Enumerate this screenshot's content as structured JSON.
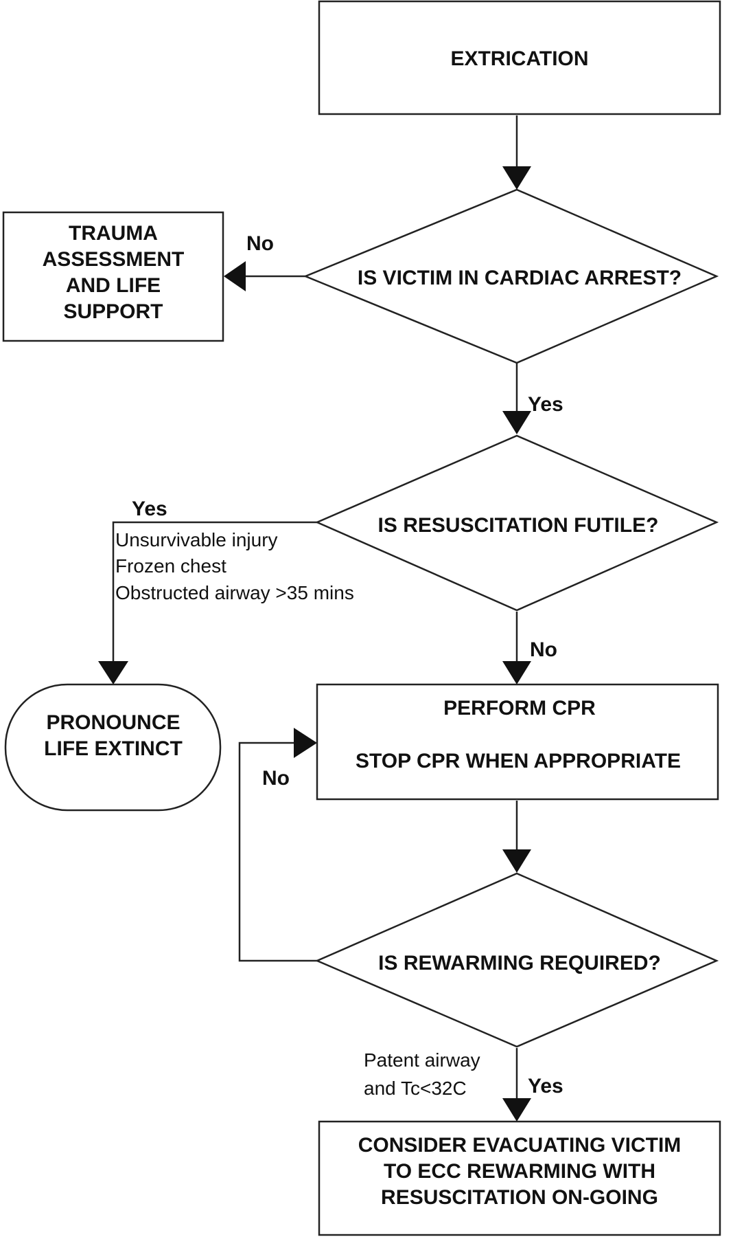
{
  "nodes": {
    "extrication": "EXTRICATION",
    "trauma": [
      "TRAUMA",
      "ASSESSMENT",
      "AND LIFE",
      "SUPPORT"
    ],
    "cardiac_arrest": "IS VICTIM IN CARDIAC ARREST?",
    "futile": "IS RESUSCITATION FUTILE?",
    "pronounce": [
      "PRONOUNCE",
      "LIFE EXTINCT"
    ],
    "cpr": [
      "PERFORM CPR",
      "STOP CPR WHEN APPROPRIATE"
    ],
    "rewarming": "IS REWARMING REQUIRED?",
    "evacuate": [
      "CONSIDER EVACUATING VICTIM",
      "TO ECC REWARMING WITH",
      "RESUSCITATION ON-GOING"
    ]
  },
  "edges": {
    "arrest_no": "No",
    "arrest_yes": "Yes",
    "futile_yes": "Yes",
    "futile_criteria": [
      "Unsurvivable injury",
      "Frozen chest",
      "Obstructed airway >35 mins"
    ],
    "futile_no": "No",
    "rewarming_no": "No",
    "rewarming_criteria": [
      "Patent airway",
      "and Tc<32C"
    ],
    "rewarming_yes": "Yes"
  }
}
